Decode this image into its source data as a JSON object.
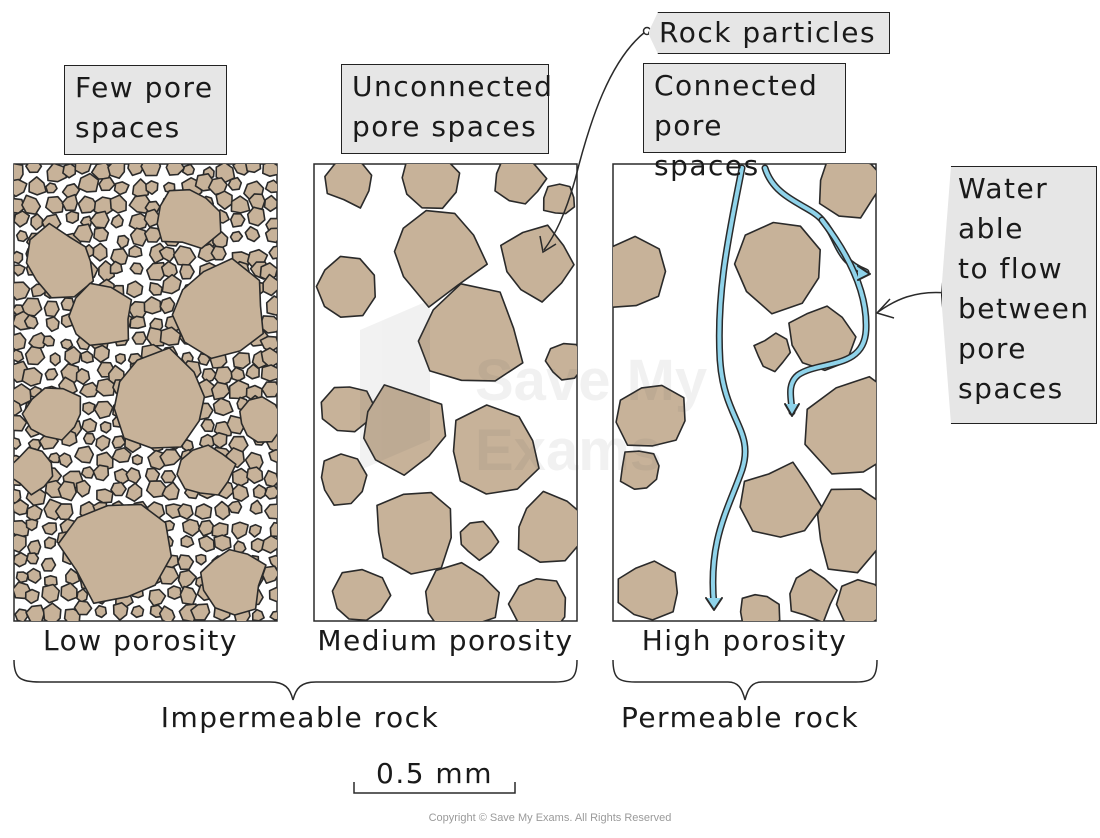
{
  "panels": [
    {
      "heading": [
        "Few pore",
        "spaces"
      ],
      "caption": "Low porosity"
    },
    {
      "heading": [
        "Unconnected",
        "pore spaces"
      ],
      "caption": "Medium porosity"
    },
    {
      "heading": [
        "Connected",
        "pore spaces"
      ],
      "caption": "High porosity"
    }
  ],
  "callouts": {
    "rock_particles": "Rock particles",
    "water_flow": [
      "Water",
      "able",
      "to flow",
      "between",
      "pore",
      "spaces"
    ]
  },
  "groups": {
    "impermeable": "Impermeable rock",
    "permeable": "Permeable rock"
  },
  "scale_bar": "0.5 mm",
  "watermark": [
    "Save My",
    "Exams"
  ],
  "copyright": "Copyright © Save My Exams. All Rights Reserved",
  "colors": {
    "rock": "#c7b299",
    "outline": "#2a2a2a",
    "water": "#8fd3ea",
    "label_bg": "#e6e6e6"
  }
}
